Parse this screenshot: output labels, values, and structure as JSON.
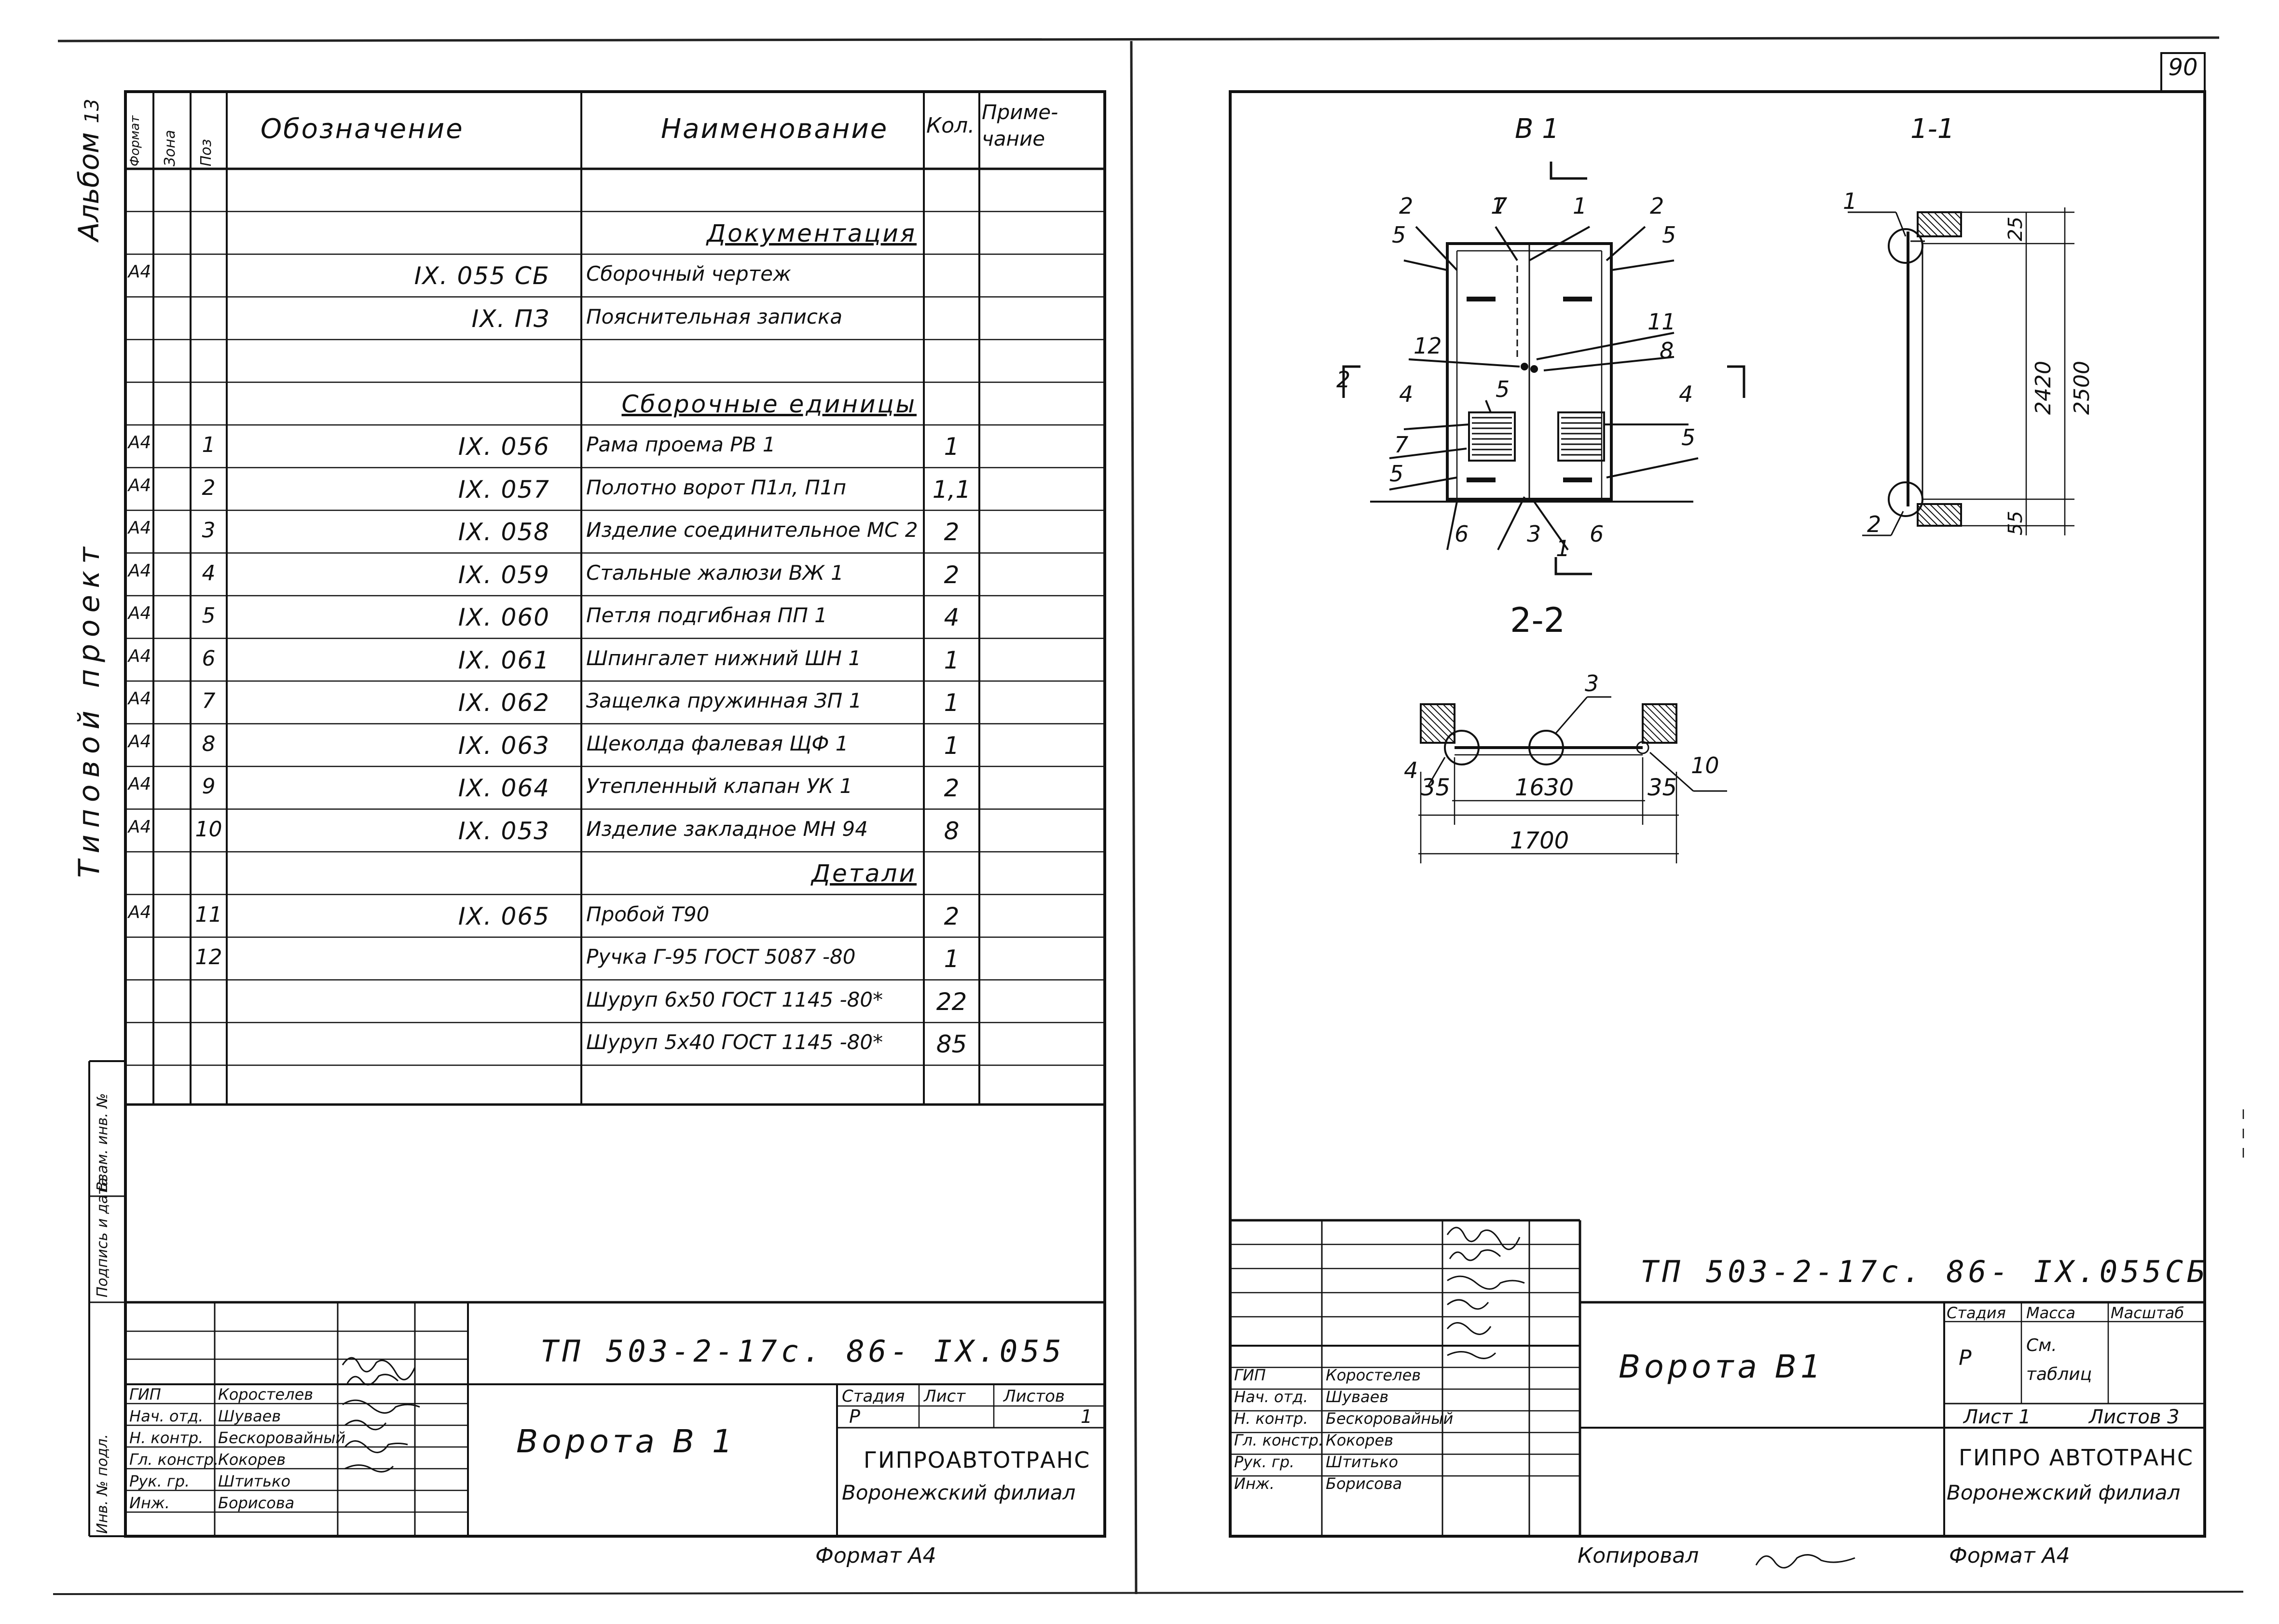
{
  "album": {
    "label": "Альбом",
    "num": "13",
    "project_label": "Типовой проект"
  },
  "sheet_number": "90",
  "spec": {
    "headers": {
      "format": "Формат",
      "zone": "Зона",
      "pos": "Поз",
      "designation": "Обозначение",
      "name": "Наименование",
      "qty": "Кол.",
      "note": "Приме- чание"
    },
    "rows": [
      {
        "format": "",
        "pos": "",
        "designation": "",
        "name": "",
        "qty": ""
      },
      {
        "format": "",
        "pos": "",
        "designation": "",
        "name": "Документация",
        "qty": "",
        "section": true
      },
      {
        "format": "А4",
        "pos": "",
        "designation": "IX. 055 СБ",
        "name": "Сборочный чертеж",
        "qty": ""
      },
      {
        "format": "",
        "pos": "",
        "designation": "IX. ПЗ",
        "name": "Пояснительная записка",
        "qty": ""
      },
      {
        "format": "",
        "pos": "",
        "designation": "",
        "name": "",
        "qty": ""
      },
      {
        "format": "",
        "pos": "",
        "designation": "",
        "name": "Сборочные единицы",
        "qty": "",
        "section": true
      },
      {
        "format": "А4",
        "pos": "1",
        "designation": "IX. 056",
        "name": "Рама проема РВ 1",
        "qty": "1"
      },
      {
        "format": "А4",
        "pos": "2",
        "designation": "IX. 057",
        "name": "Полотно ворот П1л, П1п",
        "qty": "1,1"
      },
      {
        "format": "А4",
        "pos": "3",
        "designation": "IX. 058",
        "name": "Изделие соединительное МС 2",
        "qty": "2"
      },
      {
        "format": "А4",
        "pos": "4",
        "designation": "IX. 059",
        "name": "Стальные жалюзи ВЖ 1",
        "qty": "2"
      },
      {
        "format": "А4",
        "pos": "5",
        "designation": "IX. 060",
        "name": "Петля подгибная ПП 1",
        "qty": "4"
      },
      {
        "format": "А4",
        "pos": "6",
        "designation": "IX. 061",
        "name": "Шпингалет нижний ШН 1",
        "qty": "1"
      },
      {
        "format": "А4",
        "pos": "7",
        "designation": "IX. 062",
        "name": "Защелка пружинная ЗП 1",
        "qty": "1"
      },
      {
        "format": "А4",
        "pos": "8",
        "designation": "IX. 063",
        "name": "Щеколда фалевая ЩФ 1",
        "qty": "1"
      },
      {
        "format": "А4",
        "pos": "9",
        "designation": "IX. 064",
        "name": "Утепленный клапан УК 1",
        "qty": "2"
      },
      {
        "format": "А4",
        "pos": "10",
        "designation": "IX. 053",
        "name": "Изделие закладное МН 94",
        "qty": "8"
      },
      {
        "format": "",
        "pos": "",
        "designation": "",
        "name": "Детали",
        "qty": "",
        "section": true
      },
      {
        "format": "А4",
        "pos": "11",
        "designation": "IX. 065",
        "name": "Пробой Т90",
        "qty": "2"
      },
      {
        "format": "",
        "pos": "12",
        "designation": "",
        "name": "Ручка Г-95 ГОСТ 5087 -80",
        "qty": "1"
      },
      {
        "format": "",
        "pos": "",
        "designation": "",
        "name": "Шуруп 6х50 ГОСТ 1145 -80*",
        "qty": "22"
      },
      {
        "format": "",
        "pos": "",
        "designation": "",
        "name": "Шуруп 5х40 ГОСТ 1145 -80*",
        "qty": "85"
      },
      {
        "format": "",
        "pos": "",
        "designation": "",
        "name": "",
        "qty": ""
      }
    ]
  },
  "side_stamps": [
    "Инв. № подл.",
    "Подпись и дата",
    "Взам. инв. №"
  ],
  "people": [
    {
      "role": "ГИП",
      "name": "Коростелев"
    },
    {
      "role": "Нач. отд.",
      "name": "Шуваев"
    },
    {
      "role": "Н. контр.",
      "name": "Бескоровайный"
    },
    {
      "role": "Гл. констр.",
      "name": "Кокорев"
    },
    {
      "role": "Рук. гр.",
      "name": "Штитько"
    },
    {
      "role": "Инж.",
      "name": "Борисова"
    }
  ],
  "left_title": {
    "code": "ТП 503-2-17с. 86- IX.055",
    "name": "Ворота В 1",
    "stage_label": "Стадия",
    "sheet_label": "Лист",
    "sheets_label": "Листов",
    "stage": "Р",
    "sheet": "",
    "sheets": "1",
    "org": "ГИПРОАВТОТРАНС",
    "branch": "Воронежский филиал"
  },
  "right_title": {
    "code": "ТП 503-2-17с. 86- IX.055СБ",
    "name": "Ворота В1",
    "stage_label": "Стадия",
    "mass_label": "Масса",
    "scale_label": "Масштаб",
    "stage": "Р",
    "mass": "См. таблиц",
    "sheet_text": "Лист 1",
    "sheets_text": "Листов 3",
    "org": "ГИПРО АВТОТРАНС",
    "branch": "Воронежский филиал"
  },
  "footer": {
    "format_left": "Формат А4",
    "copied": "Копировал",
    "format_right": "Формат А4"
  },
  "drawing": {
    "view_b1": "В 1",
    "section_11": "1-1",
    "section_22": "2-2",
    "dim_2420": "2420",
    "dim_2500": "2500",
    "dim_25": "25",
    "dim_55": "55",
    "dim_1630": "1630",
    "dim_1700": "1700",
    "dim_35": "35",
    "callouts": [
      "1",
      "2",
      "3",
      "4",
      "5",
      "6",
      "7",
      "8",
      "10",
      "11",
      "12"
    ]
  }
}
